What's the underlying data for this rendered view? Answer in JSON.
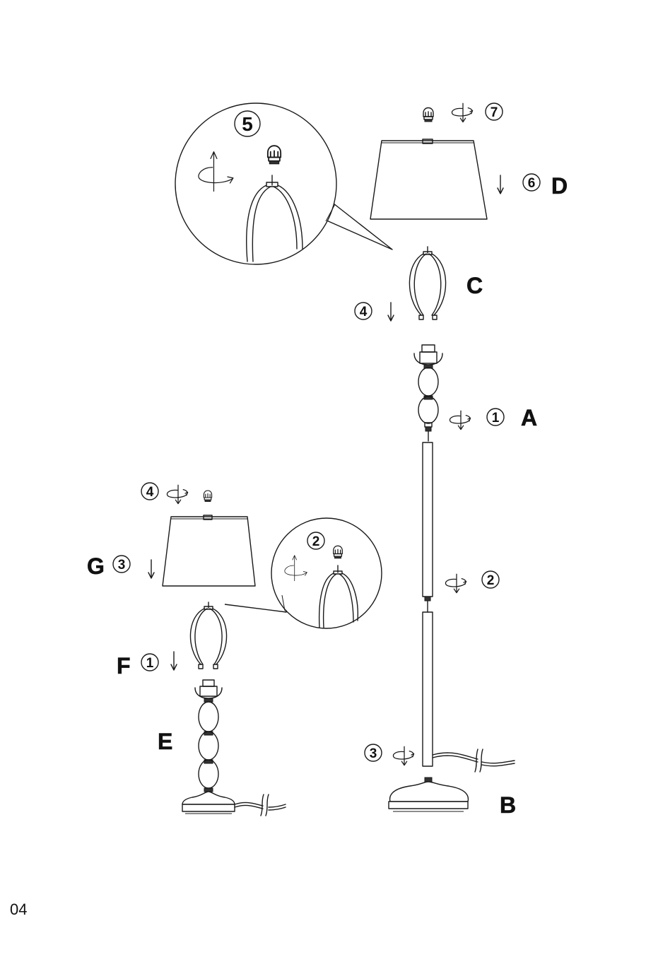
{
  "page_number": "04",
  "floor_lamp": {
    "part_labels": {
      "shade": "D",
      "harp": "C",
      "body": "A",
      "base": "B"
    },
    "steps": {
      "s1": "1",
      "s2": "2",
      "s3": "3",
      "s4": "4",
      "s5": "5",
      "s6": "6",
      "s7": "7"
    }
  },
  "table_lamp": {
    "part_labels": {
      "body": "E",
      "harp": "F",
      "shade": "G"
    },
    "steps": {
      "s1": "1",
      "s2": "2",
      "s3": "3",
      "s4": "4"
    }
  }
}
